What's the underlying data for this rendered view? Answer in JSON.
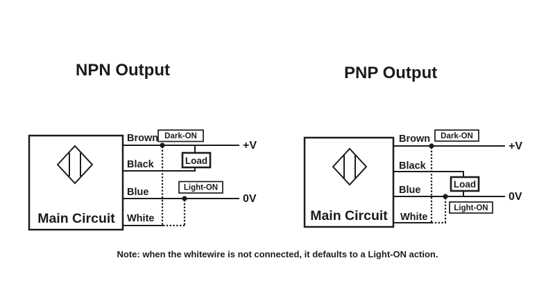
{
  "npn": {
    "title": "NPN Output",
    "main_circuit_label": "Main Circuit",
    "wires": {
      "brown": "Brown",
      "black": "Black",
      "blue": "Blue",
      "white": "White"
    },
    "tags": {
      "dark_on": "Dark-ON",
      "light_on": "Light-ON"
    },
    "load_label": "Load",
    "terminals": {
      "positive": "+V",
      "zero": "0V"
    }
  },
  "pnp": {
    "title": "PNP Output",
    "main_circuit_label": "Main Circuit",
    "wires": {
      "brown": "Brown",
      "black": "Black",
      "blue": "Blue",
      "white": "White"
    },
    "tags": {
      "dark_on": "Dark-ON",
      "light_on": "Light-ON"
    },
    "load_label": "Load",
    "terminals": {
      "positive": "+V",
      "zero": "0V"
    }
  },
  "note": "Note: when the whitewire is not connected, it defaults to a Light-ON action.",
  "colors": {
    "ink": "#1b1b1b",
    "background": "#ffffff"
  }
}
